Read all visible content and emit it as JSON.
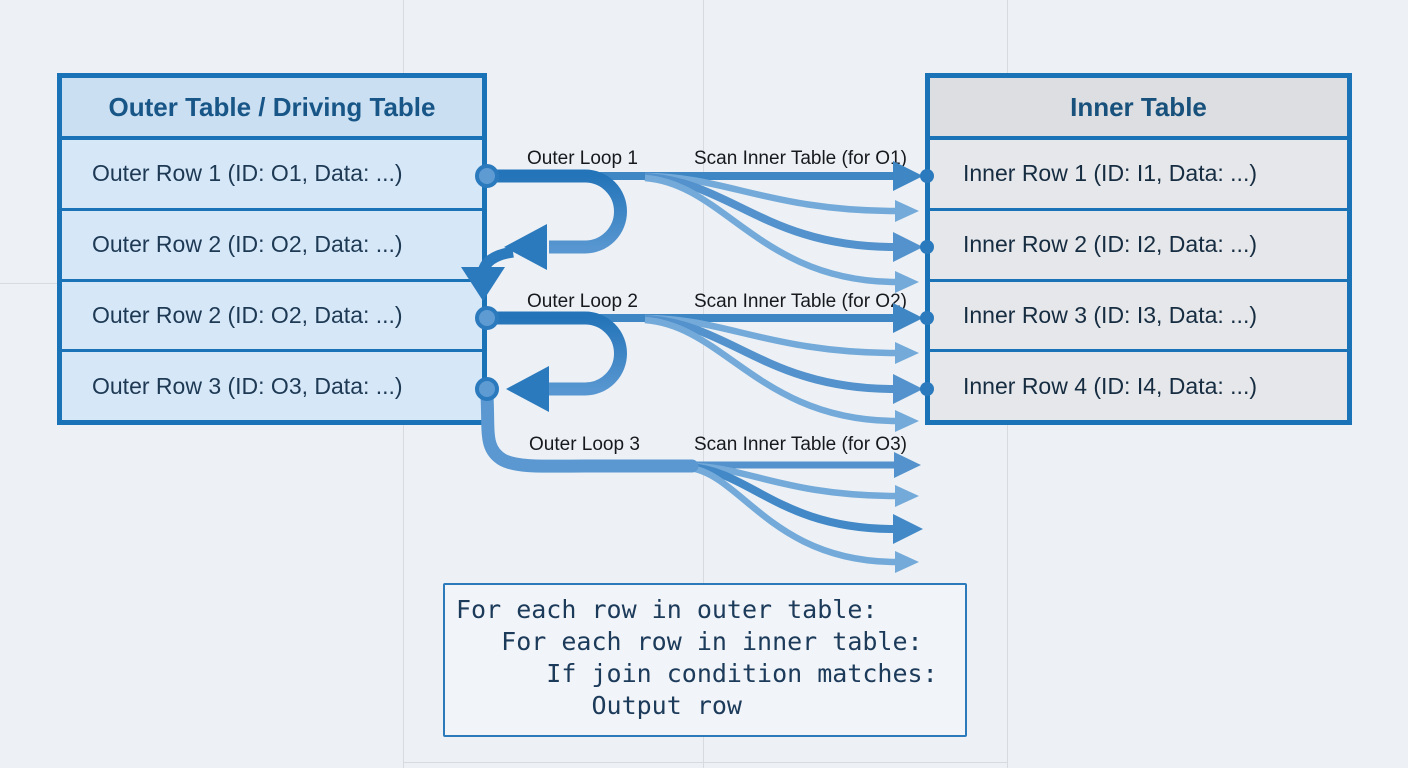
{
  "outer_table": {
    "title": "Outer Table / Driving Table",
    "rows": [
      "Outer Row 1 (ID: O1, Data: ...)",
      "Outer Row 2 (ID: O2, Data: ...)",
      "Outer Row 2 (ID: O2, Data: ...)",
      "Outer Row 3 (ID: O3, Data: ...)"
    ]
  },
  "inner_table": {
    "title": "Inner Table",
    "rows": [
      "Inner Row 1 (ID: I1, Data: ...)",
      "Inner Row 2 (ID: I2, Data: ...)",
      "Inner Row 3 (ID: I3, Data: ...)",
      "Inner Row 4 (ID: I4, Data: ...)"
    ]
  },
  "loops": [
    {
      "loop_label": "Outer Loop 1",
      "scan_label": "Scan Inner Table (for O1)"
    },
    {
      "loop_label": "Outer Loop 2",
      "scan_label": "Scan Inner Table (for O2)"
    },
    {
      "loop_label": "Outer Loop 3",
      "scan_label": "Scan Inner Table (for O3)"
    }
  ],
  "pseudocode": {
    "text": "For each row in outer table:\n   For each row in inner table:\n      If join condition matches:\n         Output row"
  },
  "colors": {
    "table_border": "#1a72b7",
    "outer_fill": "#d6e7f8",
    "inner_fill": "#e5e7ea",
    "arrow_dark": "#2b7abd",
    "arrow_mid": "#4389c7",
    "arrow_light": "#74aad9",
    "background": "#edf1f5"
  }
}
